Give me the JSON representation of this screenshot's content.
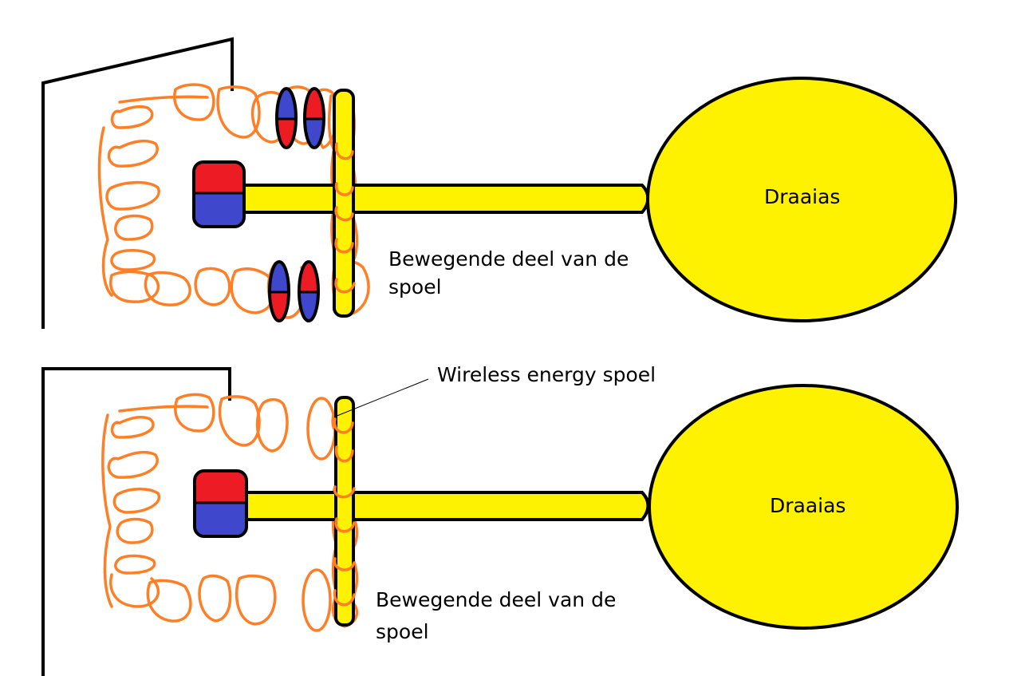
{
  "colors": {
    "coil": "#ff7f27",
    "shaft": "#fff200",
    "magnet_north": "#ed1c24",
    "magnet_south": "#3f48cc",
    "outline": "#000000",
    "background": "#ffffff"
  },
  "diagrams": [
    {
      "variant": "with-magnets",
      "labels": {
        "wheel": "Draaias",
        "moving_part_line1": "Bewegende deel van de",
        "moving_part_line2": "spoel"
      }
    },
    {
      "variant": "wireless",
      "labels": {
        "wheel": "Draaias",
        "moving_part_line1": "Bewegende deel van de",
        "moving_part_line2": "spoel",
        "callout": "Wireless energy spoel"
      }
    }
  ]
}
